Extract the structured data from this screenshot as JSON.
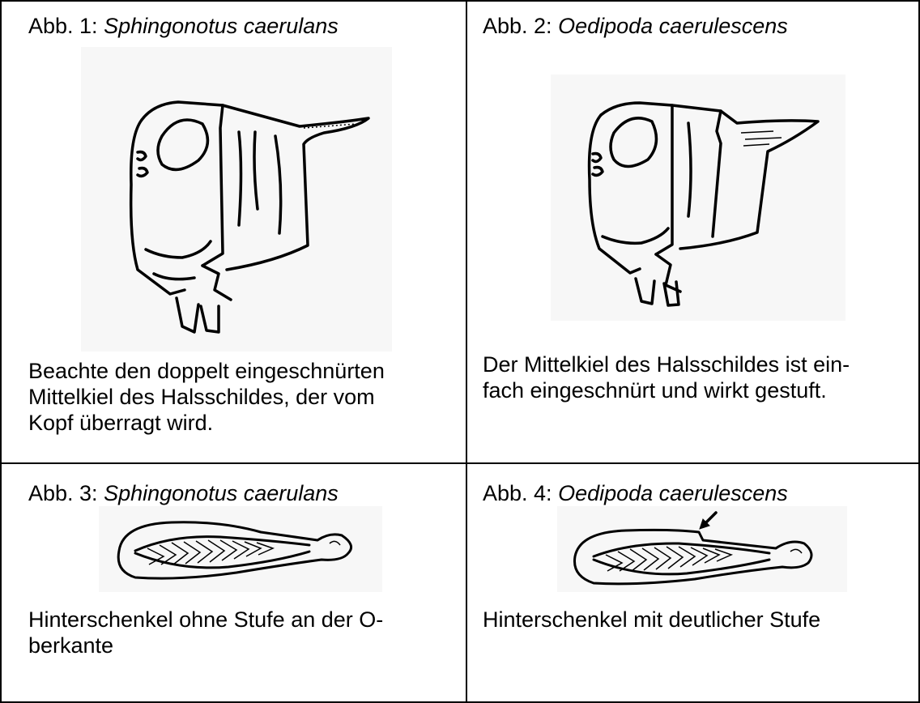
{
  "cells": [
    {
      "figure_prefix": "Abb. 1: ",
      "species": "Sphingonotus caerulans",
      "description_lines": [
        "Beachte den doppelt eingeschnürten",
        "Mittelkiel des Halsschildes, der vom",
        "Kopf überragt wird."
      ]
    },
    {
      "figure_prefix": "Abb. 2: ",
      "species": "Oedipoda caerulescens",
      "description_lines": [
        "Der Mittelkiel des Halsschildes ist ein-",
        "fach eingeschnürt und wirkt gestuft."
      ]
    },
    {
      "figure_prefix": "Abb. 3: ",
      "species": "Sphingonotus caerulans",
      "description_lines": [
        "Hinterschenkel ohne Stufe an der O-",
        "berkante"
      ]
    },
    {
      "figure_prefix": "Abb. 4: ",
      "species": "Oedipoda caerulescens",
      "description_lines": [
        "Hinterschenkel mit deutlicher Stufe"
      ]
    }
  ],
  "colors": {
    "border": "#000000",
    "figure_bg": "#f7f7f7",
    "ink": "#000000"
  }
}
